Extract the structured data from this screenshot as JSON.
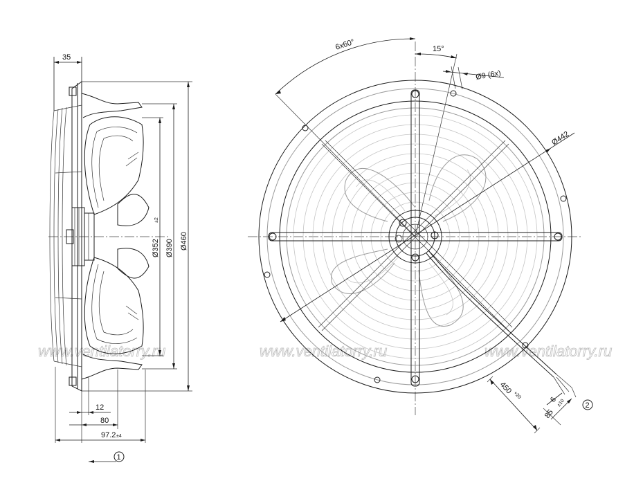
{
  "side_view": {
    "dim_top": "35",
    "dim_12": "12",
    "dim_80": "80",
    "dim_97": "97.2",
    "dim_97_tol": "±4",
    "dia_352": "Ø352",
    "dia_352_tol": "±2",
    "dia_390": "Ø390",
    "dia_460": "Ø460",
    "callout": "1"
  },
  "front_view": {
    "angle_holes": "6x60°",
    "angle_offset": "15°",
    "hole_dia": "Ø9 (6x)",
    "dia_442": "Ø442",
    "cable_len": "450",
    "cable_len_tol": "+20",
    "strip_6": "6",
    "strip_85": "85",
    "strip_85_tol": "±10",
    "callout": "2"
  },
  "watermark": "www.ventilatorry.ru"
}
